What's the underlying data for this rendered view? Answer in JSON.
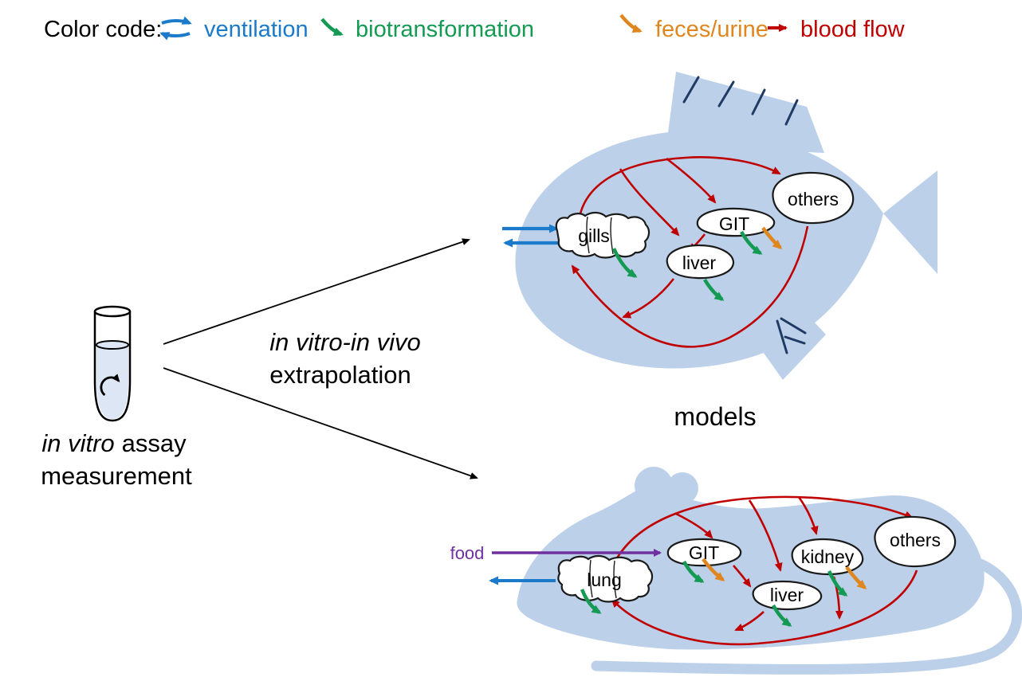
{
  "legend": {
    "title": "Color code:",
    "items": [
      {
        "label": "ventilation",
        "color": "#1b7ac9",
        "icon": "double-arrow-icon"
      },
      {
        "label": "biotransformation",
        "color": "#149a52",
        "icon": "curved-arrow-icon"
      },
      {
        "label": "feces/urine",
        "color": "#e0861f",
        "icon": "curved-arrow-icon"
      },
      {
        "label": "blood flow",
        "color": "#c00000",
        "icon": "straight-arrow-icon"
      }
    ]
  },
  "invitro": {
    "line1_italic": "in vitro",
    "line1_regular": "assay",
    "line2": "measurement"
  },
  "extrapolation": {
    "line1": "in vitro-in vivo",
    "line2": "extrapolation"
  },
  "models_label": "models",
  "fish": {
    "organs": [
      "gills",
      "GIT",
      "liver",
      "others"
    ]
  },
  "rodent": {
    "organs": [
      "lung",
      "GIT",
      "kidney",
      "liver",
      "others"
    ],
    "food_label": "food"
  },
  "colors": {
    "ventilation_blue": "#1b7ac9",
    "biotransformation_green": "#149a52",
    "feces_urine_orange": "#e0861f",
    "blood_flow_red": "#c00000",
    "food_purple": "#7030a0",
    "animal_body_fill": "#bcd0e9",
    "fin_line_navy": "#1f3a63",
    "organ_fill": "#ffffff",
    "outline_black": "#1a1a1a",
    "tube_liquid": "#dce6f4"
  }
}
